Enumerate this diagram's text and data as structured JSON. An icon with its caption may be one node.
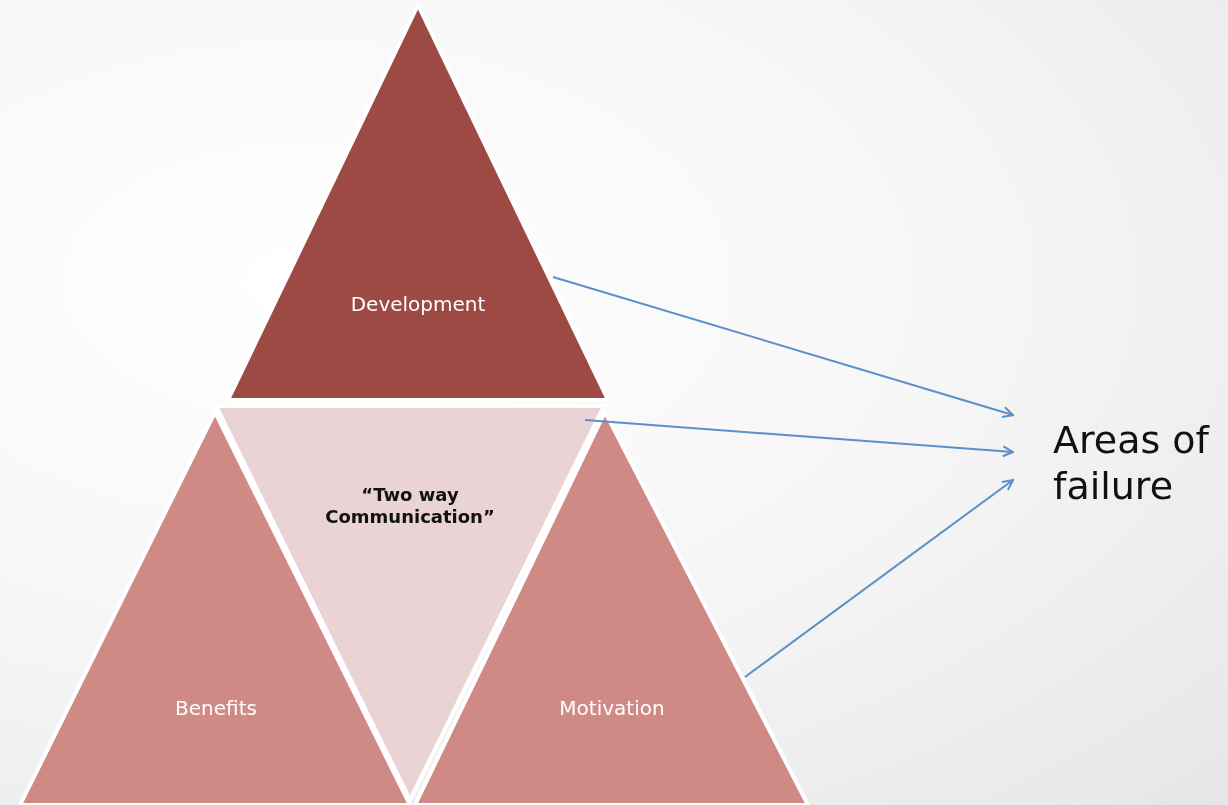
{
  "diagram": {
    "nodes": [
      {
        "text": [
          "Development"
        ]
      },
      {
        "text": [
          "“Two way Communication”"
        ]
      },
      {
        "text": [
          "Benefits"
        ]
      },
      {
        "text": [
          "Motivation"
        ]
      },
      {
        "text": [
          "Areas of failure"
        ]
      }
    ],
    "edges": [
      {
        "from": 0,
        "to": 4,
        "arrow": "to"
      },
      {
        "from": 1,
        "to": 4,
        "arrow": "to"
      },
      {
        "from": 3,
        "to": 4,
        "arrow": "to"
      }
    ]
  }
}
